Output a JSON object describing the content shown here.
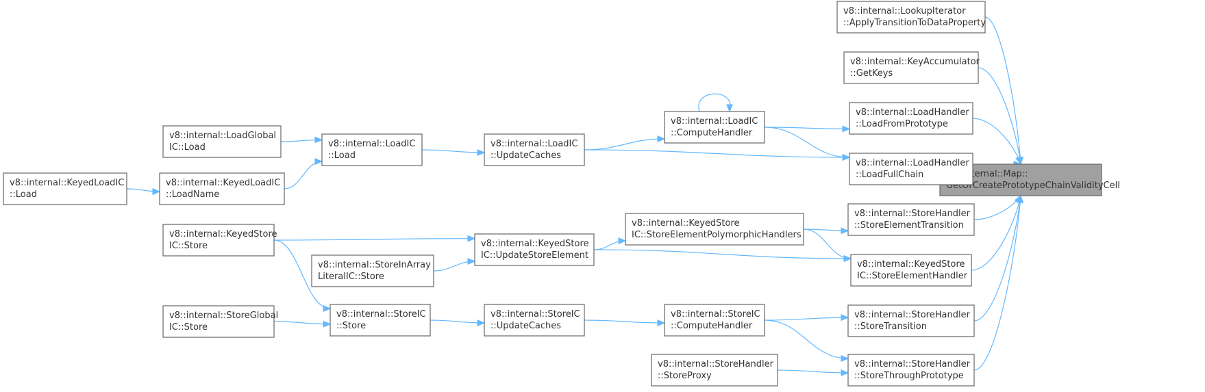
{
  "graph": {
    "nodes": [
      {
        "id": "root",
        "label": [
          "v8::internal::Map::",
          "GetOrCreatePrototypeChainValidityCell"
        ],
        "root": true
      },
      {
        "id": "lookupApply",
        "label": [
          "v8::internal::LookupIterator",
          "::ApplyTransitionToDataProperty"
        ]
      },
      {
        "id": "keyAccGetKeys",
        "label": [
          "v8::internal::KeyAccumulator",
          "::GetKeys"
        ]
      },
      {
        "id": "lhLoadFromProto",
        "label": [
          "v8::internal::LoadHandler",
          "::LoadFromPrototype"
        ]
      },
      {
        "id": "lhLoadFullChain",
        "label": [
          "v8::internal::LoadHandler",
          "::LoadFullChain"
        ]
      },
      {
        "id": "shStoreElemTrans",
        "label": [
          "v8::internal::StoreHandler",
          "::StoreElementTransition"
        ]
      },
      {
        "id": "ksicStoreElemHandler",
        "label": [
          "v8::internal::KeyedStore",
          "IC::StoreElementHandler"
        ]
      },
      {
        "id": "shStoreTransition",
        "label": [
          "v8::internal::StoreHandler",
          "::StoreTransition"
        ]
      },
      {
        "id": "shStoreThroughProto",
        "label": [
          "v8::internal::StoreHandler",
          "::StoreThroughPrototype"
        ]
      },
      {
        "id": "licComputeHandler",
        "label": [
          "v8::internal::LoadIC",
          "::ComputeHandler"
        ]
      },
      {
        "id": "licUpdateCaches",
        "label": [
          "v8::internal::LoadIC",
          "::UpdateCaches"
        ]
      },
      {
        "id": "licLoad",
        "label": [
          "v8::internal::LoadIC",
          "::Load"
        ]
      },
      {
        "id": "lgicLoad",
        "label": [
          "v8::internal::LoadGlobal",
          "IC::Load"
        ]
      },
      {
        "id": "klicLoadName",
        "label": [
          "v8::internal::KeyedLoadIC",
          "::LoadName"
        ]
      },
      {
        "id": "klicLoad",
        "label": [
          "v8::internal::KeyedLoadIC",
          "::Load"
        ]
      },
      {
        "id": "ksicStoreElemPoly",
        "label": [
          "v8::internal::KeyedStore",
          "IC::StoreElementPolymorphicHandlers"
        ]
      },
      {
        "id": "ksicUpdateStoreElem",
        "label": [
          "v8::internal::KeyedStore",
          "IC::UpdateStoreElement"
        ]
      },
      {
        "id": "ksicStore",
        "label": [
          "v8::internal::KeyedStore",
          "IC::Store"
        ]
      },
      {
        "id": "sialicStore",
        "label": [
          "v8::internal::StoreInArray",
          "LiteralIC::Store"
        ]
      },
      {
        "id": "sicStore",
        "label": [
          "v8::internal::StoreIC",
          "::Store"
        ]
      },
      {
        "id": "sgicStore",
        "label": [
          "v8::internal::StoreGlobal",
          "IC::Store"
        ]
      },
      {
        "id": "sicUpdateCaches",
        "label": [
          "v8::internal::StoreIC",
          "::UpdateCaches"
        ]
      },
      {
        "id": "sicComputeHandler",
        "label": [
          "v8::internal::StoreIC",
          "::ComputeHandler"
        ]
      },
      {
        "id": "shStoreProxy",
        "label": [
          "v8::internal::StoreHandler",
          "::StoreProxy"
        ]
      }
    ],
    "edges": [
      {
        "from": "lookupApply",
        "to": "root"
      },
      {
        "from": "keyAccGetKeys",
        "to": "root"
      },
      {
        "from": "lhLoadFromProto",
        "to": "root"
      },
      {
        "from": "lhLoadFullChain",
        "to": "root"
      },
      {
        "from": "shStoreElemTrans",
        "to": "root"
      },
      {
        "from": "ksicStoreElemHandler",
        "to": "root"
      },
      {
        "from": "shStoreTransition",
        "to": "root"
      },
      {
        "from": "shStoreThroughProto",
        "to": "root"
      },
      {
        "from": "licComputeHandler",
        "to": "lhLoadFromProto"
      },
      {
        "from": "licComputeHandler",
        "to": "lhLoadFullChain"
      },
      {
        "from": "licComputeHandler",
        "to": "licComputeHandler"
      },
      {
        "from": "licUpdateCaches",
        "to": "licComputeHandler"
      },
      {
        "from": "licUpdateCaches",
        "to": "lhLoadFullChain"
      },
      {
        "from": "licLoad",
        "to": "licUpdateCaches"
      },
      {
        "from": "lgicLoad",
        "to": "licLoad"
      },
      {
        "from": "klicLoadName",
        "to": "licLoad"
      },
      {
        "from": "klicLoad",
        "to": "klicLoadName"
      },
      {
        "from": "ksicStoreElemPoly",
        "to": "shStoreElemTrans"
      },
      {
        "from": "ksicStoreElemPoly",
        "to": "ksicStoreElemHandler"
      },
      {
        "from": "ksicUpdateStoreElem",
        "to": "ksicStoreElemPoly"
      },
      {
        "from": "ksicUpdateStoreElem",
        "to": "ksicStoreElemHandler"
      },
      {
        "from": "ksicStore",
        "to": "ksicUpdateStoreElem"
      },
      {
        "from": "ksicStore",
        "to": "sicStore"
      },
      {
        "from": "sialicStore",
        "to": "ksicUpdateStoreElem"
      },
      {
        "from": "sgicStore",
        "to": "sicStore"
      },
      {
        "from": "sicStore",
        "to": "sicUpdateCaches"
      },
      {
        "from": "sicUpdateCaches",
        "to": "sicComputeHandler"
      },
      {
        "from": "sicComputeHandler",
        "to": "shStoreTransition"
      },
      {
        "from": "sicComputeHandler",
        "to": "shStoreThroughProto"
      },
      {
        "from": "shStoreProxy",
        "to": "shStoreThroughProto"
      }
    ]
  }
}
